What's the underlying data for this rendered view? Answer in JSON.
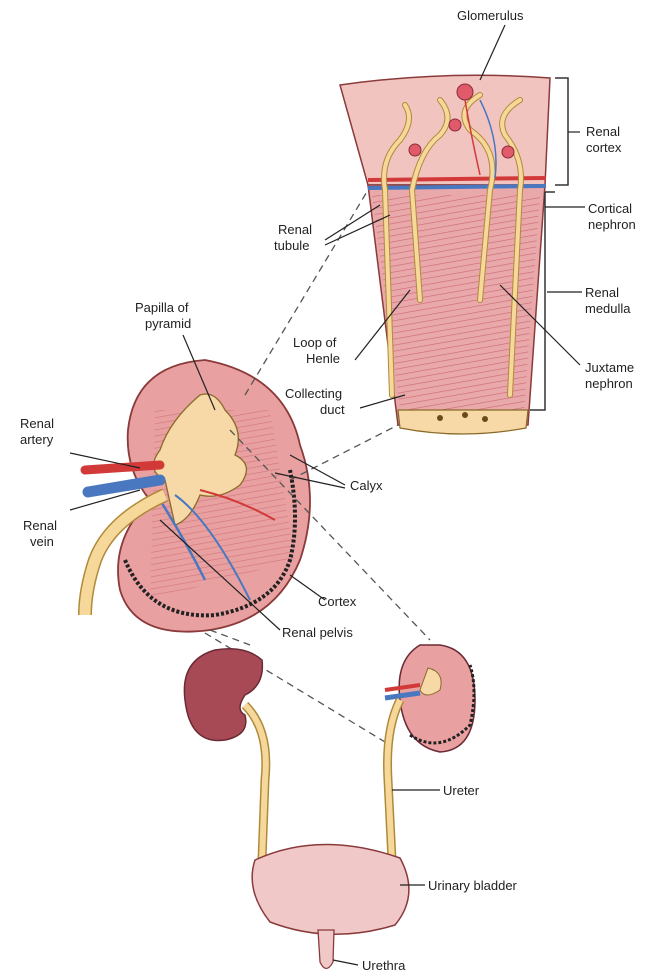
{
  "labels": {
    "glomerulus": "Glomerulus",
    "renal_cortex_1": "Renal",
    "renal_cortex_2": "cortex",
    "cortical_nephron_1": "Cortical",
    "cortical_nephron_2": "nephron",
    "renal_tubule_1": "Renal",
    "renal_tubule_2": "tubule",
    "papilla_1": "Papilla of",
    "papilla_2": "pyramid",
    "renal_medulla_1": "Renal",
    "renal_medulla_2": "medulla",
    "loop_1": "Loop of",
    "loop_2": "Henle",
    "juxta_1": "Juxtame",
    "juxta_2": "nephron",
    "collecting_1": "Collecting",
    "collecting_2": "duct",
    "renal_artery_1": "Renal",
    "renal_artery_2": "artery",
    "calyx": "Calyx",
    "renal_vein_1": "Renal",
    "renal_vein_2": "vein",
    "cortex": "Cortex",
    "renal_pelvis": "Renal pelvis",
    "ureter": "Ureter",
    "urinary_bladder": "Urinary bladder",
    "urethra": "Urethra"
  },
  "colors": {
    "kidney_tissue": "#e8a0a0",
    "kidney_dark": "#9a3a3e",
    "tubule": "#f5d89a",
    "tubule_outline": "#b08a3a",
    "artery": "#d23a3a",
    "vein": "#4a78c0",
    "bladder": "#f0c8c8",
    "line": "#333333"
  }
}
